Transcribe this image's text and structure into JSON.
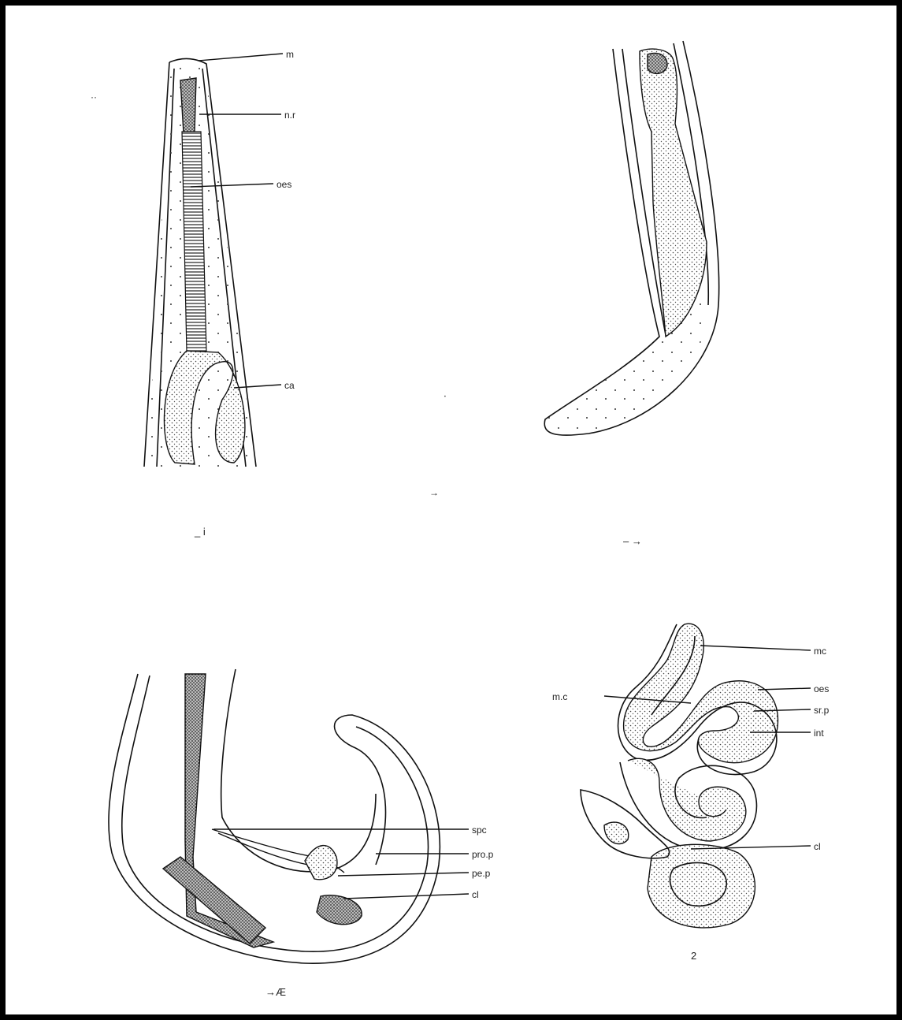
{
  "figures": [
    {
      "caption": "_ i",
      "labels": [
        "m",
        "n.r",
        "oes",
        "ca"
      ]
    },
    {
      "caption": "– →",
      "labels": []
    },
    {
      "caption": "→Æ",
      "labels": [
        "spc",
        "pro.p",
        "pe.p",
        "cl"
      ]
    },
    {
      "caption": "2",
      "labels": [
        "mc",
        "oes",
        "sr.p",
        "int",
        "cl",
        "m.c"
      ]
    }
  ],
  "stray_marks": [
    "··",
    "‧",
    "→"
  ]
}
